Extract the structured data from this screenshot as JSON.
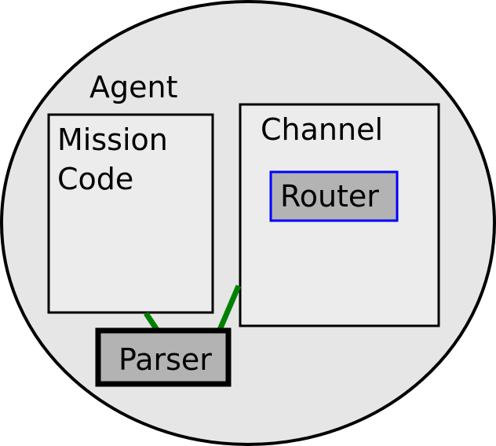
{
  "agent": {
    "label": "Agent",
    "fill": "#e6e6e6",
    "stroke": "#000000"
  },
  "mission_code": {
    "line1": "Mission",
    "line2": "Code",
    "fill": "#ececec",
    "stroke": "#000000"
  },
  "channel": {
    "label": "Channel",
    "fill": "#ececec",
    "stroke": "#000000"
  },
  "router": {
    "label": "Router",
    "fill": "#b3b3b3",
    "stroke": "#0000ff"
  },
  "parser": {
    "label": "Parser",
    "fill": "#b3b3b3",
    "stroke": "#000000"
  },
  "connector_color": "#008000"
}
